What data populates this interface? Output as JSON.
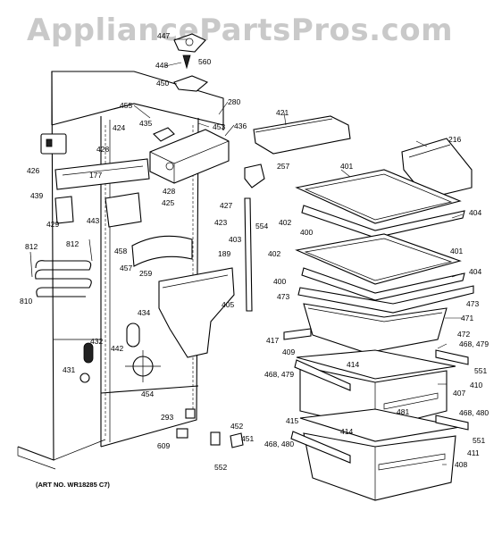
{
  "watermark": "AppliancePartsPros.com",
  "caption": "(ART NO. WR18285 C7)",
  "callouts": [
    "447",
    "448",
    "560",
    "450",
    "280",
    "455",
    "453",
    "421",
    "424",
    "435",
    "436",
    "428",
    "426",
    "216",
    "177",
    "401",
    "257",
    "439",
    "428",
    "425",
    "427",
    "402",
    "423",
    "554",
    "404",
    "429",
    "443",
    "400",
    "812",
    "812",
    "458",
    "403",
    "401",
    "189",
    "457",
    "259",
    "402",
    "810",
    "473",
    "400",
    "405",
    "404",
    "473",
    "434",
    "471",
    "417",
    "432",
    "409",
    "468, 479",
    "472",
    "414",
    "431",
    "442",
    "551",
    "468, 479",
    "410",
    "407",
    "454",
    "481",
    "293",
    "452",
    "415",
    "468, 480",
    "414",
    "551",
    "609",
    "451",
    "468, 480",
    "411",
    "552",
    "408"
  ]
}
